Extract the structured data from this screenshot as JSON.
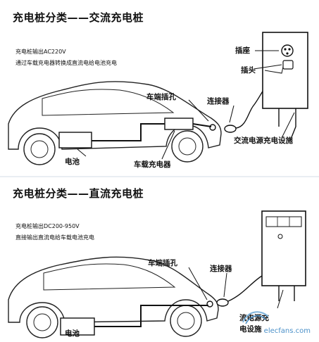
{
  "ac_section": {
    "title": "充电桩分类——交流充电桩",
    "desc_line1": "充电桩输出AC220V",
    "desc_line2": "通过车载充电器转换成直流电给电池充电",
    "labels": {
      "socket": "插座",
      "plug": "插头",
      "car_port": "车端插孔",
      "connector": "连接器",
      "battery": "电池",
      "onboard_charger": "车载充电器",
      "ac_equipment": "交流电源充电设施"
    }
  },
  "dc_section": {
    "title": "充电桩分类——直流充电桩",
    "desc_line1": "充电桩输出DC200-950V",
    "desc_line2": "直接输出直流电给车载电池充电",
    "labels": {
      "car_port": "车端插孔",
      "connector": "连接器",
      "battery": "电池",
      "dc_equipment_1": "流电源充",
      "dc_equipment_2": "电设施"
    }
  },
  "watermark": {
    "text": "elecfans.com"
  }
}
